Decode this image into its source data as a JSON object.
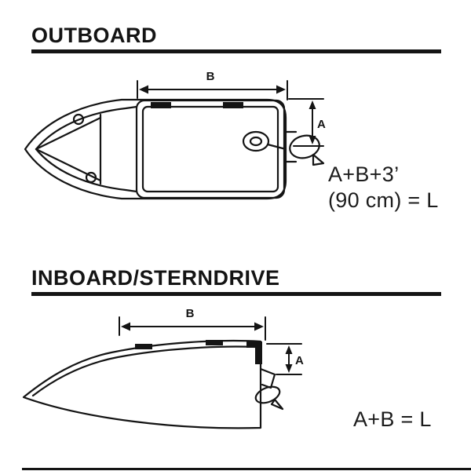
{
  "colors": {
    "ink": "#141414",
    "background": "#ffffff"
  },
  "outboard": {
    "title": "OUTBOARD",
    "dim_b_label": "B",
    "dim_a_label": "A",
    "formula_line1": "A+B+3’",
    "formula_line2": "(90 cm) = L"
  },
  "inboard": {
    "title": "INBOARD/STERNDRIVE",
    "dim_b_label": "B",
    "dim_a_label": "A",
    "formula": "A+B  = L"
  }
}
